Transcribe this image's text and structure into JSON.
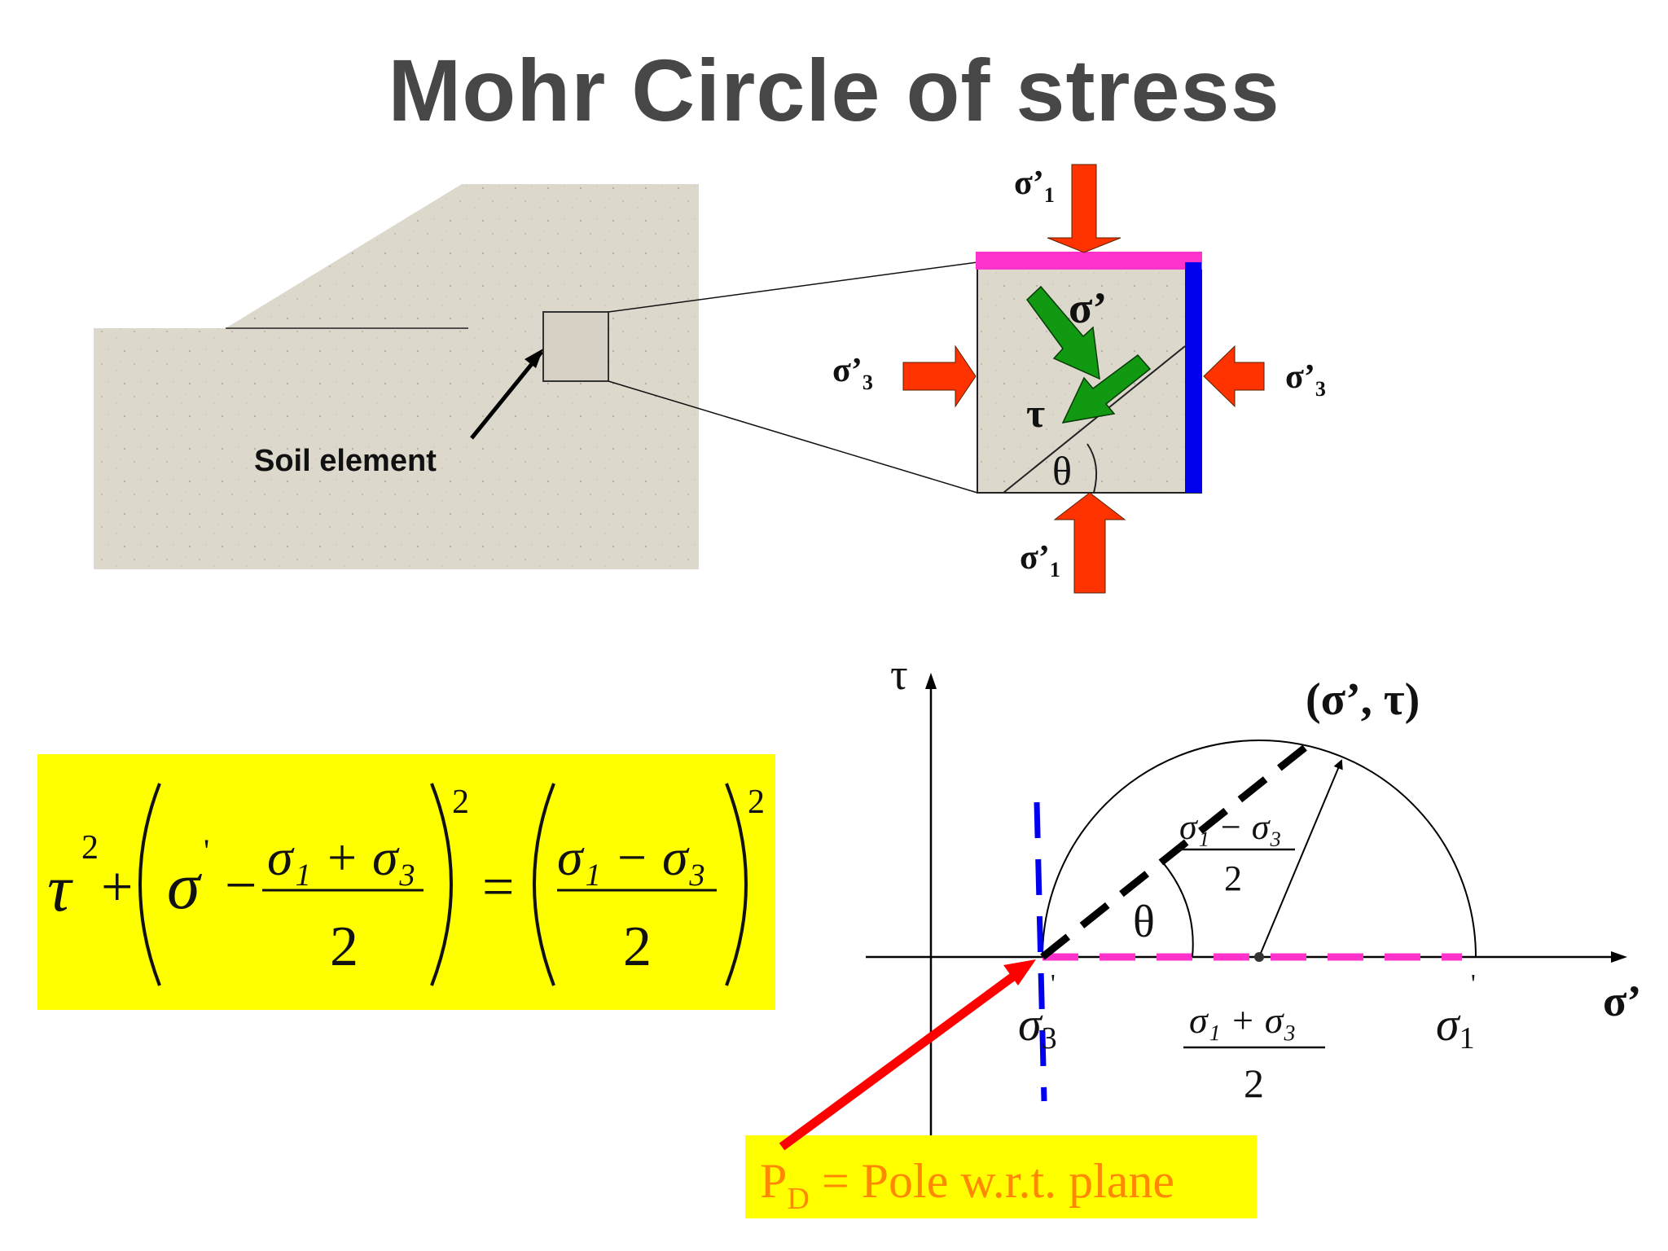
{
  "title": "Mohr Circle of stress",
  "soil": {
    "label": "Soil element",
    "color": "#ddd8cc"
  },
  "element": {
    "sigma1_top": "σ’",
    "sigma1_top_sub": "1",
    "sigma1_bottom": "σ’",
    "sigma1_bottom_sub": "1",
    "sigma3_left": "σ’",
    "sigma3_left_sub": "3",
    "sigma3_right": "σ’",
    "sigma3_right_sub": "3",
    "normal_stress": "σ’",
    "shear_stress": "τ",
    "angle": "θ",
    "arrow_color": "#ff3300",
    "plane_arrow_color": "#119911",
    "top_plane_color": "#ff33cc",
    "side_plane_color": "#0000ee"
  },
  "equation": {
    "tau": "τ",
    "sq": "2",
    "plus": "+",
    "sigma": "σ",
    "prime": "'",
    "minus": "−",
    "equals": "=",
    "num_left": "σ₁ + σ₃",
    "num_right": "σ₁ − σ₃",
    "den": "2",
    "background": "#ffff00"
  },
  "mohr": {
    "tau_axis": "τ",
    "sigma_axis": "σ’",
    "point_label": "(σ’, τ)",
    "radius_num": "σ₁ − σ₃",
    "radius_den": "2",
    "angle": "θ",
    "sigma3": "σ",
    "sigma3_sub": "3",
    "sigma3_prime": "'",
    "center_num": "σ₁ + σ₃",
    "center_den": "2",
    "sigma1": "σ",
    "sigma1_sub": "1",
    "sigma1_prime": "'"
  },
  "pole": {
    "text": "P",
    "sub": "D",
    "rest": " = Pole w.r.t. plane",
    "text_color": "#ff8800",
    "background": "#ffff00",
    "arrow_color": "#ff0000"
  }
}
